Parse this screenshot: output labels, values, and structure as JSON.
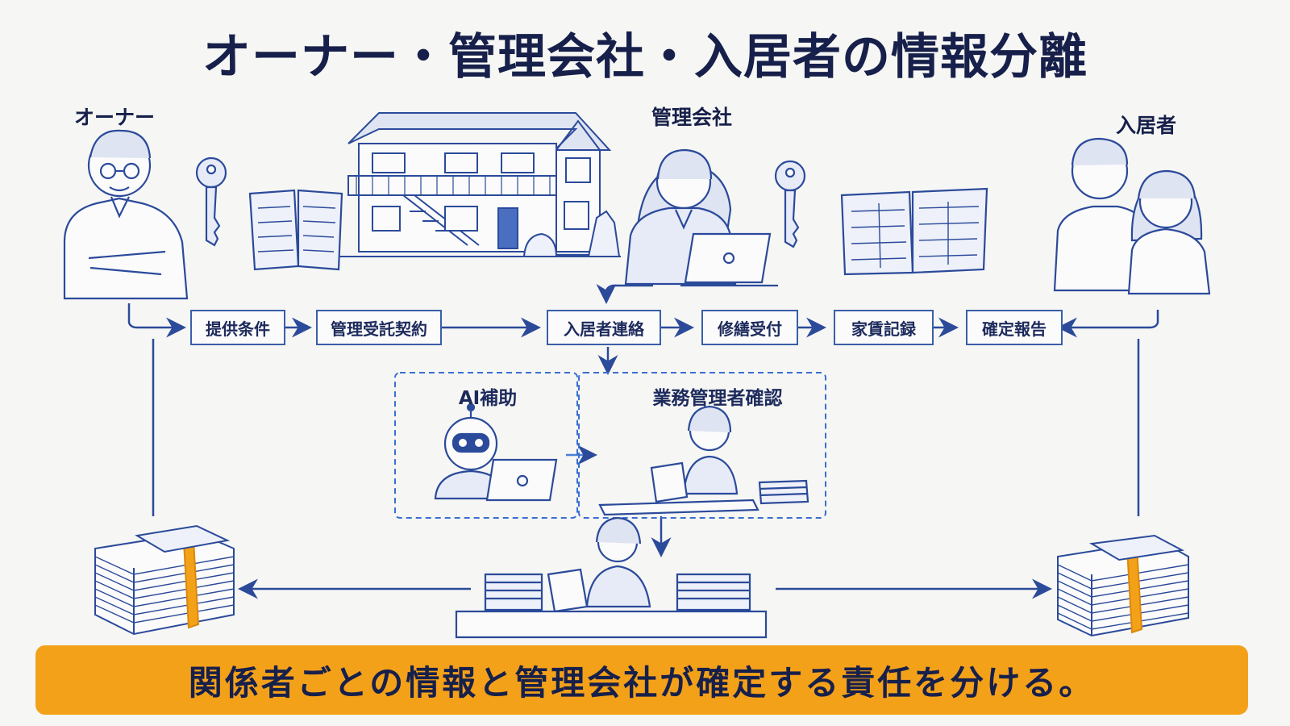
{
  "title": "オーナー・管理会社・入居者の情報分離",
  "actors": {
    "owner": "オーナー",
    "manager": "管理会社",
    "tenant": "入居者"
  },
  "steps": [
    "提供条件",
    "管理受託契約",
    "入居者連絡",
    "修繕受付",
    "家賃記録",
    "確定報告"
  ],
  "review": {
    "ai_label": "AI補助",
    "manager_check_label": "業務管理者確認"
  },
  "banner": "関係者ごとの情報と管理会社が確定する責任を分ける。",
  "colors": {
    "ink": "#17204a",
    "line": "#2b4a9a",
    "sketch": "#3b5ba8",
    "accent": "#f4a11a"
  }
}
